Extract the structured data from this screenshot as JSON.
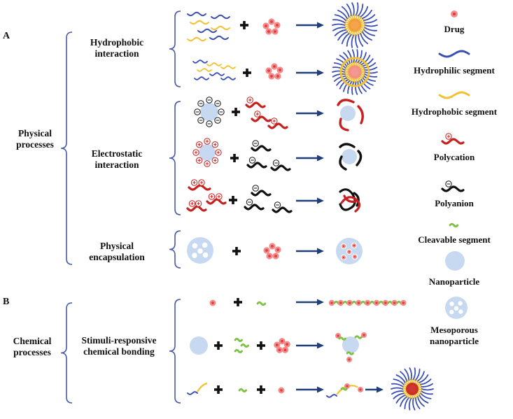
{
  "panels": {
    "a": "A",
    "b": "B"
  },
  "groups": {
    "physical": [
      "Physical",
      "processes"
    ],
    "chemical": [
      "Chemical",
      "processes"
    ]
  },
  "mechanisms": {
    "hydrophobic": [
      "Hydrophobic",
      "interaction"
    ],
    "electrostatic": [
      "Electrostatic",
      "interaction"
    ],
    "encapsulation": [
      "Physical",
      "encapsulation"
    ],
    "stimuli": [
      "Stimuli-responsive",
      "chemical bonding"
    ]
  },
  "legend": {
    "drug": "Drug",
    "hydrophilic": "Hydrophilic segment",
    "hydrophobic": "Hydrophobic segment",
    "polycation": "Polycation",
    "polyanion": "Polyanion",
    "cleavable": "Cleavable segment",
    "nanoparticle": "Nanoparticle",
    "mesoporous": [
      "Mesoporous",
      "nanoparticle"
    ]
  },
  "operators": {
    "plus": "+"
  },
  "colors": {
    "drug_fill": "#f28b8b",
    "drug_core": "#e23a3a",
    "hydrophilic": "#3b4fb3",
    "hydrophobic": "#f2c12e",
    "polycation": "#c8201f",
    "polyanion": "#111111",
    "cleavable": "#7dc242",
    "nanoparticle": "#c6d9f1",
    "arrow": "#1f3f7a",
    "brace": "#4a5aa8"
  }
}
